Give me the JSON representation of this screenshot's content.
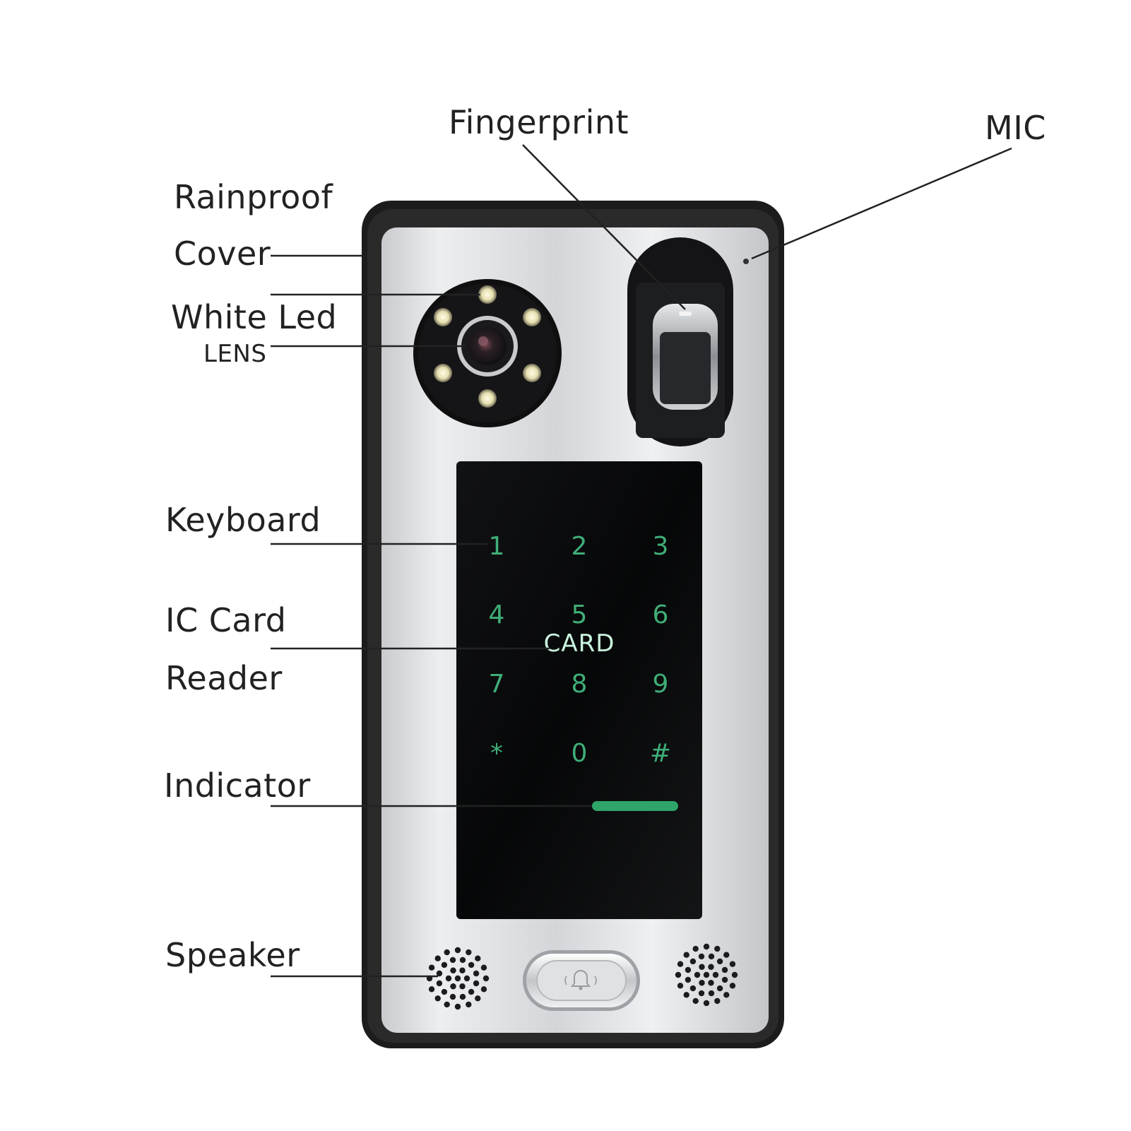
{
  "labels": {
    "fingerprint": "Fingerprint",
    "mic": "MIC",
    "rainproof": "Rainproof",
    "cover": "Cover",
    "white_led": "White Led",
    "lens": "LENS",
    "keyboard": "Keyboard",
    "ic_card": "IC Card",
    "reader": "Reader",
    "indicator": "Indicator",
    "speaker": "Speaker"
  },
  "keypad": {
    "keys": [
      "1",
      "2",
      "3",
      "4",
      "5",
      "6",
      "7",
      "8",
      "9",
      "*",
      "0",
      "#"
    ],
    "card_label": "CARD"
  },
  "colors": {
    "frame": "#1a1a1a",
    "panel": "#d6d8db",
    "keypad_bg": "#0b0c0d",
    "key_text": "#3fae78",
    "indicator": "#2fa56a",
    "leader_line": "#222222"
  },
  "icons": {
    "bell": "bell-icon",
    "led": "led-icon"
  }
}
